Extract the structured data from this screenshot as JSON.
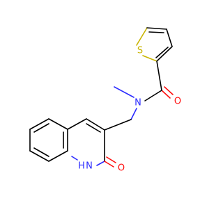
{
  "molecule": {
    "atoms": {
      "sulfur": "S",
      "carbonyl_oxygen": "O",
      "amide_nitrogen": "N",
      "lactam_nitrogen_h": "H",
      "lactam_nitrogen": "N",
      "lactam_oxygen": "O"
    },
    "colors": {
      "carbon": "#000000",
      "oxygen": "#ff0d0d",
      "nitrogen": "#2a2aff",
      "sulfur": "#c9b400"
    }
  }
}
